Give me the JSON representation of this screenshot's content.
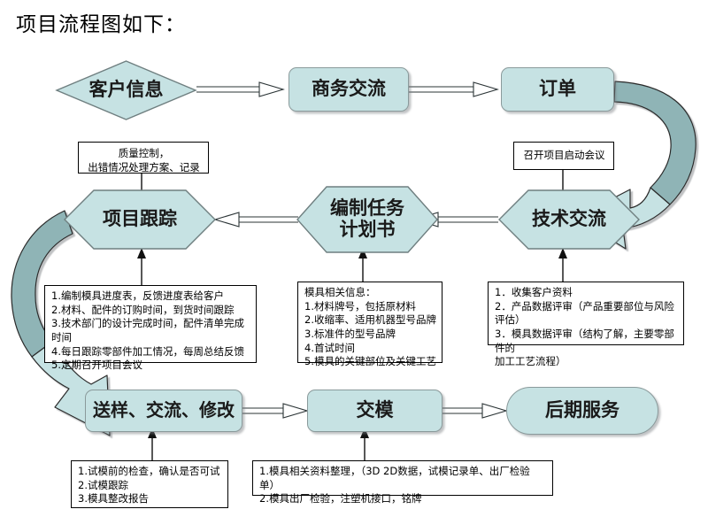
{
  "page": {
    "title": "项目流程图如下：",
    "theme": {
      "node_fill": "#c6e2e3",
      "node_stroke": "#8a9a9b",
      "curve_fill_light": "#bfdfe1",
      "curve_fill_dark": "#8fb4b6",
      "annot_border": "#000000",
      "background": "#ffffff"
    }
  },
  "nodes": {
    "customer_info": {
      "label": "客户信息",
      "shape": "diamond"
    },
    "business_exchange": {
      "label": "商务交流",
      "shape": "rounded-rect"
    },
    "order": {
      "label": "订单",
      "shape": "rounded-rect"
    },
    "project_tracking": {
      "label": "项目跟踪",
      "shape": "hexagon"
    },
    "task_plan": {
      "label": "编制任务\n计划书",
      "shape": "hexagon"
    },
    "tech_exchange": {
      "label": "技术交流",
      "shape": "hexagon"
    },
    "sample_modify": {
      "label": "送样、交流、修改",
      "shape": "rounded-rect"
    },
    "mold_delivery": {
      "label": "交模",
      "shape": "rounded-rect"
    },
    "after_service": {
      "label": "后期服务",
      "shape": "pill"
    }
  },
  "annotations": {
    "quality_control": {
      "text": "质量控制，\n出错情况处理方案、记录",
      "attached_to": "project_tracking"
    },
    "kickoff_meeting": {
      "text": "召开项目启动会议",
      "attached_to": "tech_exchange"
    },
    "tracking_details": {
      "text": "1.编制模具进度表，反馈进度表给客户\n2.材料、配件的订购时间，到货时间跟踪\n3.技术部门的设计完成时间，配件清单完成时间\n4.每日跟踪零部件加工情况，每周总结反馈\n5.定期召开项目会议",
      "attached_to": "project_tracking"
    },
    "mold_info": {
      "text": "模具相关信息：\n1.材料牌号，包括原材料\n2.收缩率、适用机器型号品牌\n3.标准件的型号品牌\n4.首试时间\n5.模具的关键部位及关键工艺",
      "attached_to": "task_plan"
    },
    "tech_review": {
      "text": "1．收集客户资料\n2．产品数据评审（产品重要部位与风险评估）\n3．模具数据评审（结构了解，主要零部件的\n    加工工艺流程）",
      "attached_to": "tech_exchange"
    },
    "trial_notes": {
      "text": "1.试模前的检查，确认是否可试\n2.试模跟踪\n3.模具整改报告",
      "attached_to": "sample_modify"
    },
    "delivery_notes": {
      "text": "1.模具相关资料整理，（3D 2D数据，试模记录单、出厂检验单）\n2.模具出厂检验，注塑机接口，铭牌",
      "attached_to": "mold_delivery"
    }
  },
  "connectors": [
    {
      "name": "customer-info-to-business-exchange",
      "from": "customer_info",
      "to": "business_exchange",
      "style": "open-arrow"
    },
    {
      "name": "business-exchange-to-order",
      "from": "business_exchange",
      "to": "order",
      "style": "open-arrow"
    },
    {
      "name": "order-to-tech-exchange",
      "from": "order",
      "to": "tech_exchange",
      "style": "curved-block-arrow"
    },
    {
      "name": "tech-exchange-to-task-plan",
      "from": "tech_exchange",
      "to": "task_plan",
      "style": "open-arrow"
    },
    {
      "name": "task-plan-to-project-tracking",
      "from": "task_plan",
      "to": "project_tracking",
      "style": "open-arrow"
    },
    {
      "name": "project-tracking-to-sample-modify",
      "from": "project_tracking",
      "to": "sample_modify",
      "style": "curved-block-arrow"
    },
    {
      "name": "sample-modify-to-mold-delivery",
      "from": "sample_modify",
      "to": "mold_delivery",
      "style": "open-arrow"
    },
    {
      "name": "mold-delivery-to-after-service",
      "from": "mold_delivery",
      "to": "after_service",
      "style": "open-arrow"
    }
  ]
}
